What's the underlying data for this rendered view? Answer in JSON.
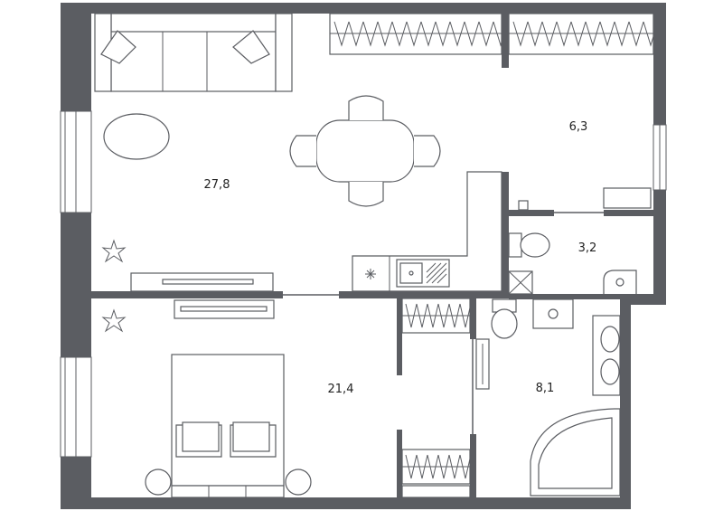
{
  "colors": {
    "wall": "#5b5d62",
    "floor": "#ffffff",
    "stroke": "#5b5d62",
    "text": "#222222"
  },
  "rooms": [
    {
      "id": "living",
      "area": "27,8"
    },
    {
      "id": "hall",
      "area": "6,3"
    },
    {
      "id": "wc",
      "area": "3,2"
    },
    {
      "id": "bedroom",
      "area": "21,4"
    },
    {
      "id": "bath",
      "area": "8,1"
    }
  ]
}
